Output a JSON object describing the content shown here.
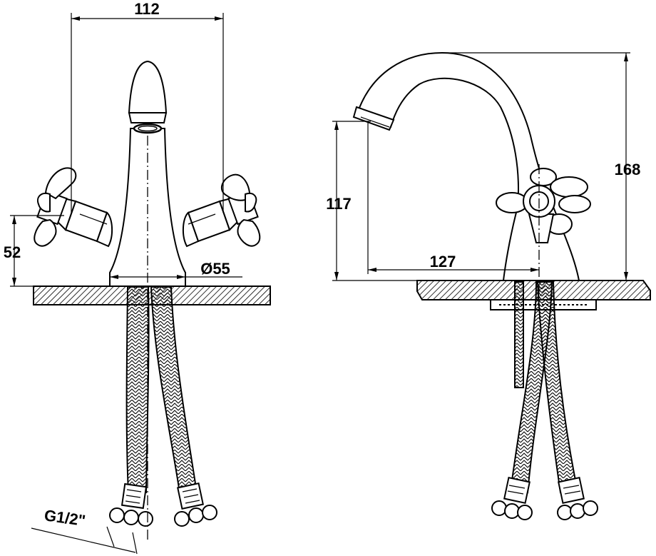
{
  "front_view": {
    "dim_width": "112",
    "dim_height": "52",
    "dim_diameter": "Ø55",
    "dim_thread": "G1/2\""
  },
  "side_view": {
    "dim_total_height": "168",
    "dim_spout_height": "117",
    "dim_reach": "127"
  },
  "colors": {
    "line": "#000000",
    "background": "#ffffff"
  }
}
